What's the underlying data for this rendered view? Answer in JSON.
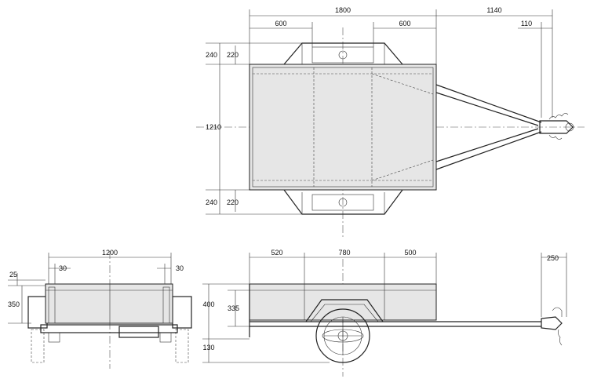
{
  "top_view": {
    "overall_width": "1800",
    "left_offset": "600",
    "right_offset": "600",
    "drawbar_length": "1140",
    "coupling_length": "110",
    "fender_top_outer": "240",
    "fender_top_inner": "220",
    "body_length": "1210",
    "fender_bottom_outer": "240",
    "fender_bottom_inner": "220"
  },
  "front_view": {
    "width": "1200",
    "left_inset": "30",
    "right_inset": "30",
    "rim_height": "25",
    "side_height": "350"
  },
  "side_view": {
    "front_section": "520",
    "mid_section": "780",
    "rear_section": "500",
    "jockey_offset": "250",
    "total_height": "400",
    "body_height": "335",
    "ground_clearance": "130"
  }
}
